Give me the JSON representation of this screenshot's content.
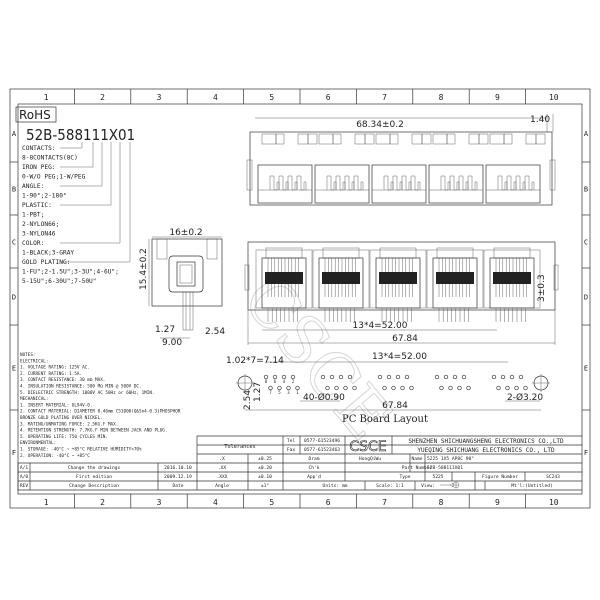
{
  "frame": {
    "columns": [
      "1",
      "2",
      "3",
      "4",
      "5",
      "6",
      "7",
      "8",
      "9",
      "10"
    ],
    "rows": [
      "A",
      "B",
      "C",
      "D",
      "E",
      "F"
    ]
  },
  "rohs": "RoHS",
  "part_code": {
    "number": "52B-588111X01",
    "legend": [
      "CONTACTS:",
      "8-8CONTACTS(8C)",
      "IRON PEG:",
      "0-W/O PEG;1-W/PEG",
      "ANGLE:",
      "1-90°;2-180°",
      "PLASTIC:",
      "1-PBT;",
      "2-NYLON66;",
      "3-NYLON46",
      "COLOR:",
      "1-BLACK;3-GRAY",
      "GOLD PLATING:",
      "1-FU\";2-1.5U\";3-3U\";4-6U\";",
      "5-15U\";6-30U\";7-50U\""
    ]
  },
  "dimensions": {
    "top_width": "68.34±0.2",
    "top_offset": "1.40",
    "side_width": "16±0.2",
    "side_height": "15.4±0.2",
    "side_pitch_a": "1.27",
    "side_pitch_b": "2.54",
    "side_depth": "9.00",
    "front_pitch": "13*4=52.00",
    "front_width": "67.84",
    "front_standoff": "3±0.3"
  },
  "pcb_layout": {
    "title": "PC Board Layout",
    "pin_pitch": "1.02*7=7.14",
    "port_pitch": "13*4=52.00",
    "hole_spec": "40-Ø0.90",
    "peg_spec": "2-Ø3.20",
    "width": "67.84",
    "row_a": "2.54",
    "row_b": "1.27",
    "pin_numbers_top": [
      "8",
      "6",
      "4",
      "2"
    ],
    "pin_numbers_bottom": [
      "7",
      "5",
      "3",
      "1"
    ]
  },
  "notes": [
    "NOTES:",
    "ELECTRICAL:",
    "1. VOLTAGE RATING: 125V AC.",
    "2. CURRENT RATING: 1.5A.",
    "3. CONTACT RESISTANCE: 30 mΩ MAX.",
    "4. INSULATION RESISTANCE: 500 MΩ MIN @ 500V DC.",
    "5. DIELECTRIC STRENGTH: 1000V AC 50Hz or 60Hz, 1MIN.",
    "MECHANICAL:",
    "1. INSERT MATERIAL: UL94V-0.",
    "2. CONTACT MATERIAL: DIAMETER 0.46mm C51000(Q&Sn4-0.3)PHOSPHOR",
    "          BRONZE GOLD PLATING OVER NICKEL.",
    "3. MATING/UNMATING FORCE: 2.5KG.F MAX.",
    "4. RETENTION STRENGTH: 7.7KG.F MIN BETWEEN JACK AND PLUG.",
    "5. OPERATING LIFE: 750 CYCLES MIN.",
    "ENVIRONMENTAL:",
    "1. STORAGE: -40°C ~ +85°C RELATIVE HUMIDITY<70%",
    "2. OPERATION: -40°C ~ +85°C"
  ],
  "revisions": [
    {
      "rev": "A/1",
      "description": "Change the drawings",
      "date": "2016.10.10"
    },
    {
      "rev": "A/0",
      "description": "First edition",
      "date": "2009.12.19"
    }
  ],
  "revision_header": {
    "rev": "REV",
    "description": "Change Description",
    "date": "Date"
  },
  "tolerances": {
    "label": "Tolerances",
    "rows": [
      {
        "k": ".X",
        "v": "±0.25"
      },
      {
        "k": ".XX",
        "v": "±0.20"
      },
      {
        "k": ".XXX",
        "v": "±0.10"
      },
      {
        "k": "Angle",
        "v": "±1°"
      }
    ]
  },
  "contact": {
    "tel_label": "Tel",
    "tel": "0577-61523496",
    "fax_label": "Fax",
    "fax": "0577-61523463"
  },
  "signoff": {
    "drawn": "Dram",
    "drawn_by": "HongQiWu",
    "checked": "Ch'k",
    "approved": "App'd",
    "units": "Units: mm"
  },
  "company": {
    "logo": "CSCE",
    "line1": "SHENZHEN SHICHUANGSHENG ELECTRONICS CO.,LTD",
    "line2": "YUEQING SHICHUANG ELECTRONICS CO., LTD"
  },
  "title_block": {
    "name_label": "Name",
    "name": "5225 1X5 AP8C 90°",
    "part_label": "Part Number",
    "part": "52B-588111X01",
    "type_label": "Type",
    "type": "5225",
    "figure_label": "Figure Number",
    "figure": "SC243",
    "scale": "Scale: 1:1",
    "view_label": "View:",
    "material": "Mt'l:(Untitled)"
  },
  "watermark": "CSCE"
}
